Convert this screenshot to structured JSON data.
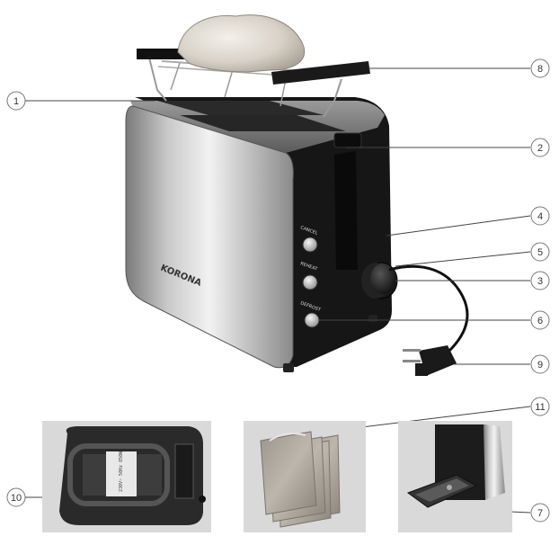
{
  "callouts": [
    {
      "id": "1",
      "label": "1"
    },
    {
      "id": "2",
      "label": "2"
    },
    {
      "id": "3",
      "label": "3"
    },
    {
      "id": "4",
      "label": "4"
    },
    {
      "id": "5",
      "label": "5"
    },
    {
      "id": "6",
      "label": "6"
    },
    {
      "id": "7",
      "label": "7"
    },
    {
      "id": "8",
      "label": "8"
    },
    {
      "id": "9",
      "label": "9"
    },
    {
      "id": "10",
      "label": "10"
    },
    {
      "id": "11",
      "label": "11"
    }
  ],
  "toaster": {
    "brand": "KORONA",
    "buttons": [
      "CANCEL",
      "REHEAT",
      "DEFROST"
    ]
  },
  "bottom_inset": {
    "rating_label": "230V~ 50Hz 850W"
  }
}
